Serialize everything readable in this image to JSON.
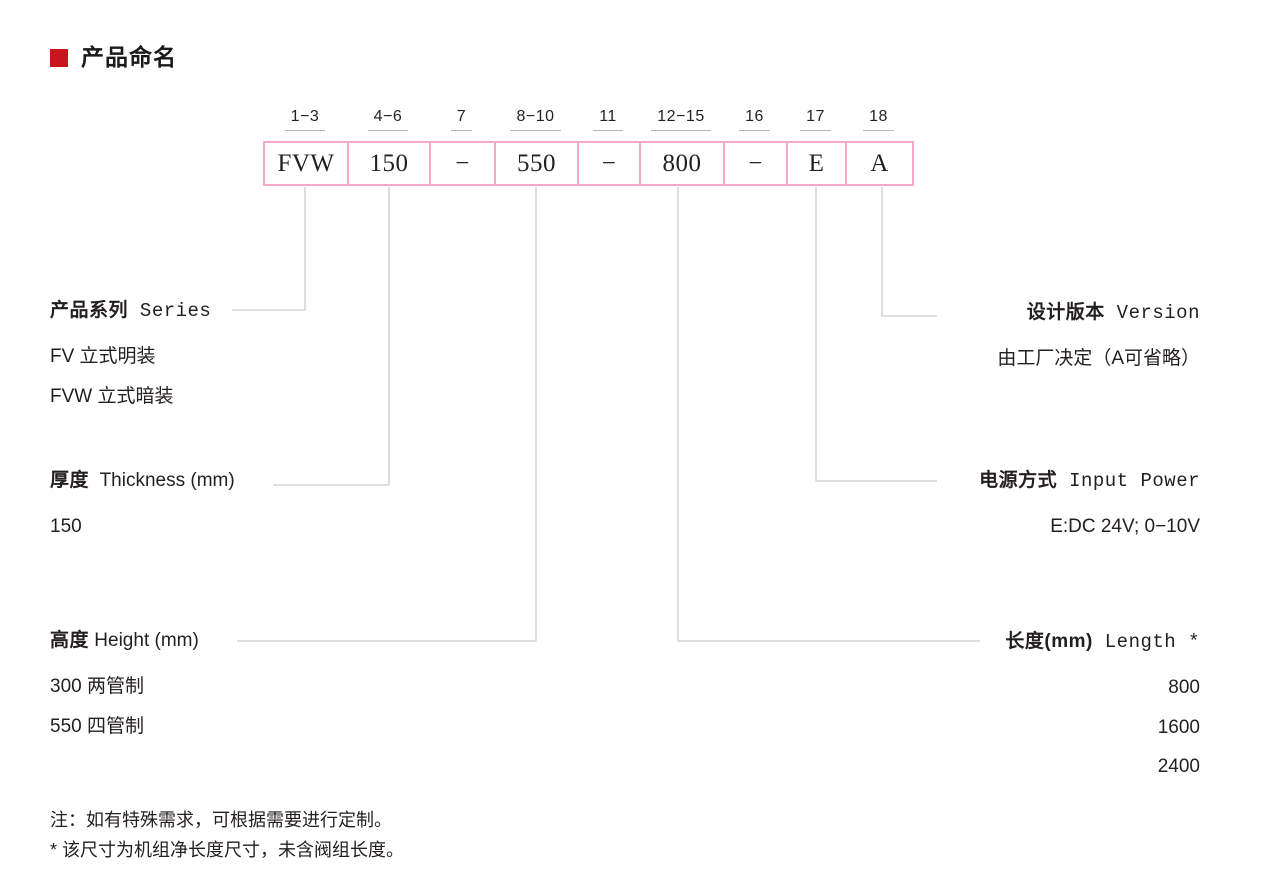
{
  "heading": {
    "text": "产品命名",
    "bullet_color": "#c8161e"
  },
  "code_table": {
    "border_color": "#f4a9c8",
    "positions": [
      "1−3",
      "4−6",
      "7",
      "8−10",
      "11",
      "12−15",
      "16",
      "17",
      "18"
    ],
    "cells": [
      "FVW",
      "150",
      "−",
      "550",
      "−",
      "800",
      "−",
      "E",
      "A"
    ]
  },
  "annotations": {
    "series": {
      "title_cjk": "产品系列",
      "title_en": "Series",
      "lines": [
        "FV  立式明装",
        "FVW  立式暗装"
      ]
    },
    "thickness": {
      "title_cjk": "厚度",
      "title_en": "Thickness (mm)",
      "lines": [
        "150"
      ]
    },
    "height": {
      "title_cjk": "高度",
      "title_en": "Height (mm)",
      "lines": [
        "300  两管制",
        "550  四管制"
      ]
    },
    "version": {
      "title_cjk": "设计版本",
      "title_en": "Version",
      "lines": [
        "由工厂决定（A可省略）"
      ]
    },
    "input_power": {
      "title_cjk": "电源方式",
      "title_en": "Input Power",
      "lines": [
        "E:DC  24V;  0−10V"
      ]
    },
    "length": {
      "title_cjk": "长度(mm)",
      "title_en": "Length *",
      "lines": [
        "800",
        "1600",
        "2400"
      ]
    }
  },
  "footnotes": [
    "注：如有特殊需求，可根据需要进行定制。",
    "* 该尺寸为机组净长度尺寸，未含阀组长度。"
  ]
}
